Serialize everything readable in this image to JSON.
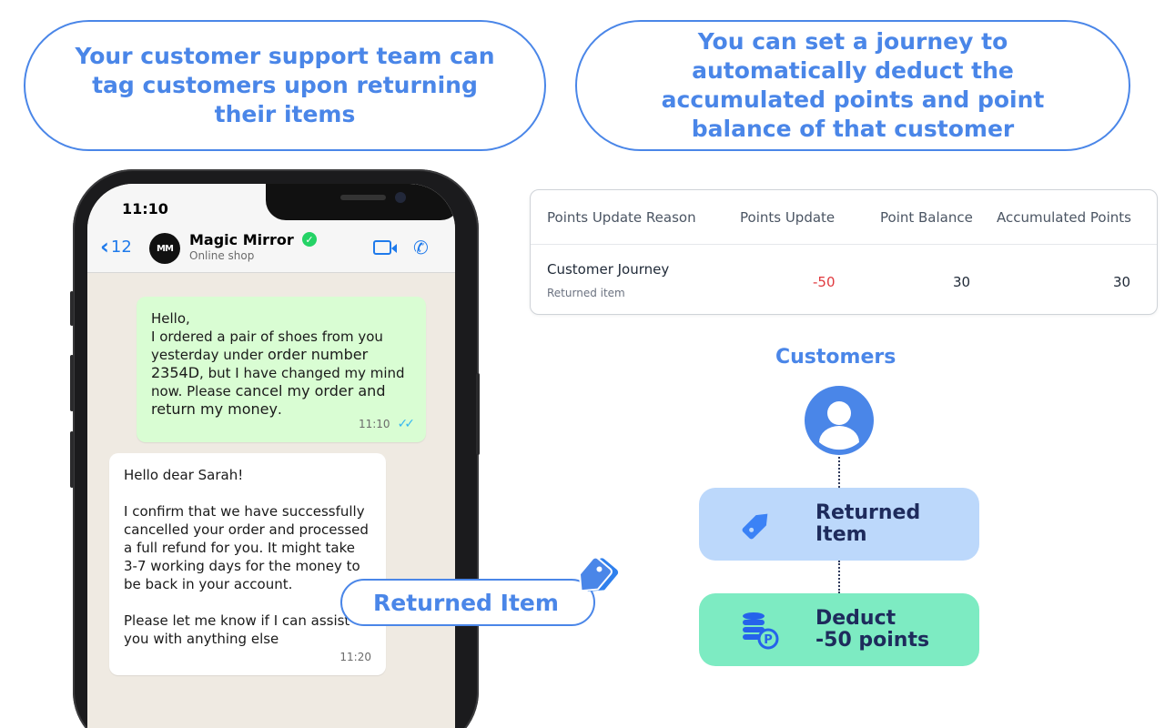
{
  "callouts": {
    "left": "Your customer support team can tag customers upon returning their items",
    "right": "You can set a journey to automatically deduct the accumulated points and point balance of that customer"
  },
  "phone": {
    "status_time": "11:10",
    "back_count": "12",
    "avatar_initials": "MM",
    "contact_name": "Magic Mirror",
    "contact_subtitle": "Online shop",
    "messages": {
      "outgoing": {
        "text_1": "Hello,\nI ordered a pair of shoes from you yesterday under ",
        "bold_1": "order number 2354D",
        "text_2": ", but I have changed my mind now. Please ",
        "bold_2": "cancel my order and return my money",
        "text_3": ".",
        "time": "11:10"
      },
      "incoming": {
        "text": "Hello dear Sarah!\n\nI confirm that we have successfully cancelled your order and processed a full refund for you. It might take 3-7 working days for the money to be back in your account.\n\nPlease let me know if I can assist you with anything else",
        "time": "11:20"
      }
    }
  },
  "tag_pill": "Returned Item",
  "points_table": {
    "headers": [
      "Points Update Reason",
      "Points Update",
      "Point Balance",
      "Accumulated Points"
    ],
    "row": {
      "reason": "Customer Journey",
      "reason_sub": "Returned item",
      "points_update": "-50",
      "point_balance": "30",
      "accumulated_points": "30"
    }
  },
  "flow": {
    "customers_label": "Customers",
    "step_returned_line1": "Returned",
    "step_returned_line2": "Item",
    "step_deduct_line1": "Deduct",
    "step_deduct_line2": "-50 points"
  },
  "colors": {
    "accent_blue": "#4a86e8",
    "negative_red": "#e0393e",
    "whatsapp_blue": "#1f7aeb",
    "returned_step_bg": "#bcd8fb",
    "deduct_step_bg": "#7debc2"
  },
  "icons": [
    "video-call-icon",
    "phone-call-icon",
    "verified-icon",
    "tag-icon",
    "user-icon",
    "coins-points-icon",
    "read-ticks-icon"
  ]
}
